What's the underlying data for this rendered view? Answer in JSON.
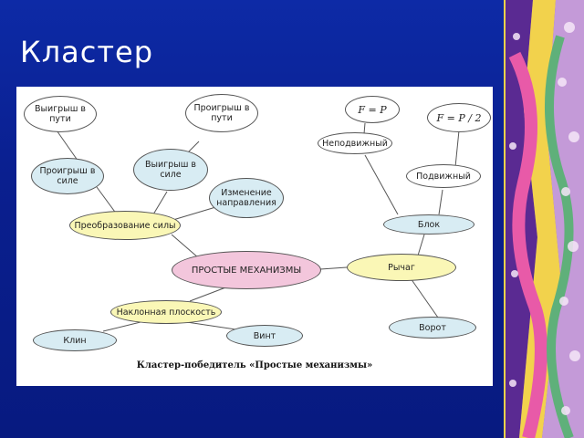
{
  "slide": {
    "title": "Кластер"
  },
  "diagram": {
    "center": "ПРОСТЫЕ МЕХАНИЗМЫ",
    "transform": "Преобразование силы",
    "gain_path": "Выигрыш в пути",
    "loss_force": "Проигрыш в силе",
    "loss_path": "Проигрыш в пути",
    "gain_force": "Выигрыш в силе",
    "direction": "Изменение направления",
    "incline": "Наклонная плоскость",
    "wedge": "Клин",
    "screw": "Винт",
    "lever": "Рычаг",
    "block": "Блок",
    "fixed": "Неподвижный",
    "movable": "Подвижный",
    "f_fixed": "F = P",
    "f_movable": "F = P / 2",
    "gate": "Ворот",
    "caption": "Кластер-победитель «Простые механизмы»"
  },
  "colors": {
    "background": "#0a1f8f",
    "panel": "#ffffff",
    "center": "#f3c6dc",
    "yellow": "#faf7b6",
    "blue": "#d8ecf3"
  }
}
